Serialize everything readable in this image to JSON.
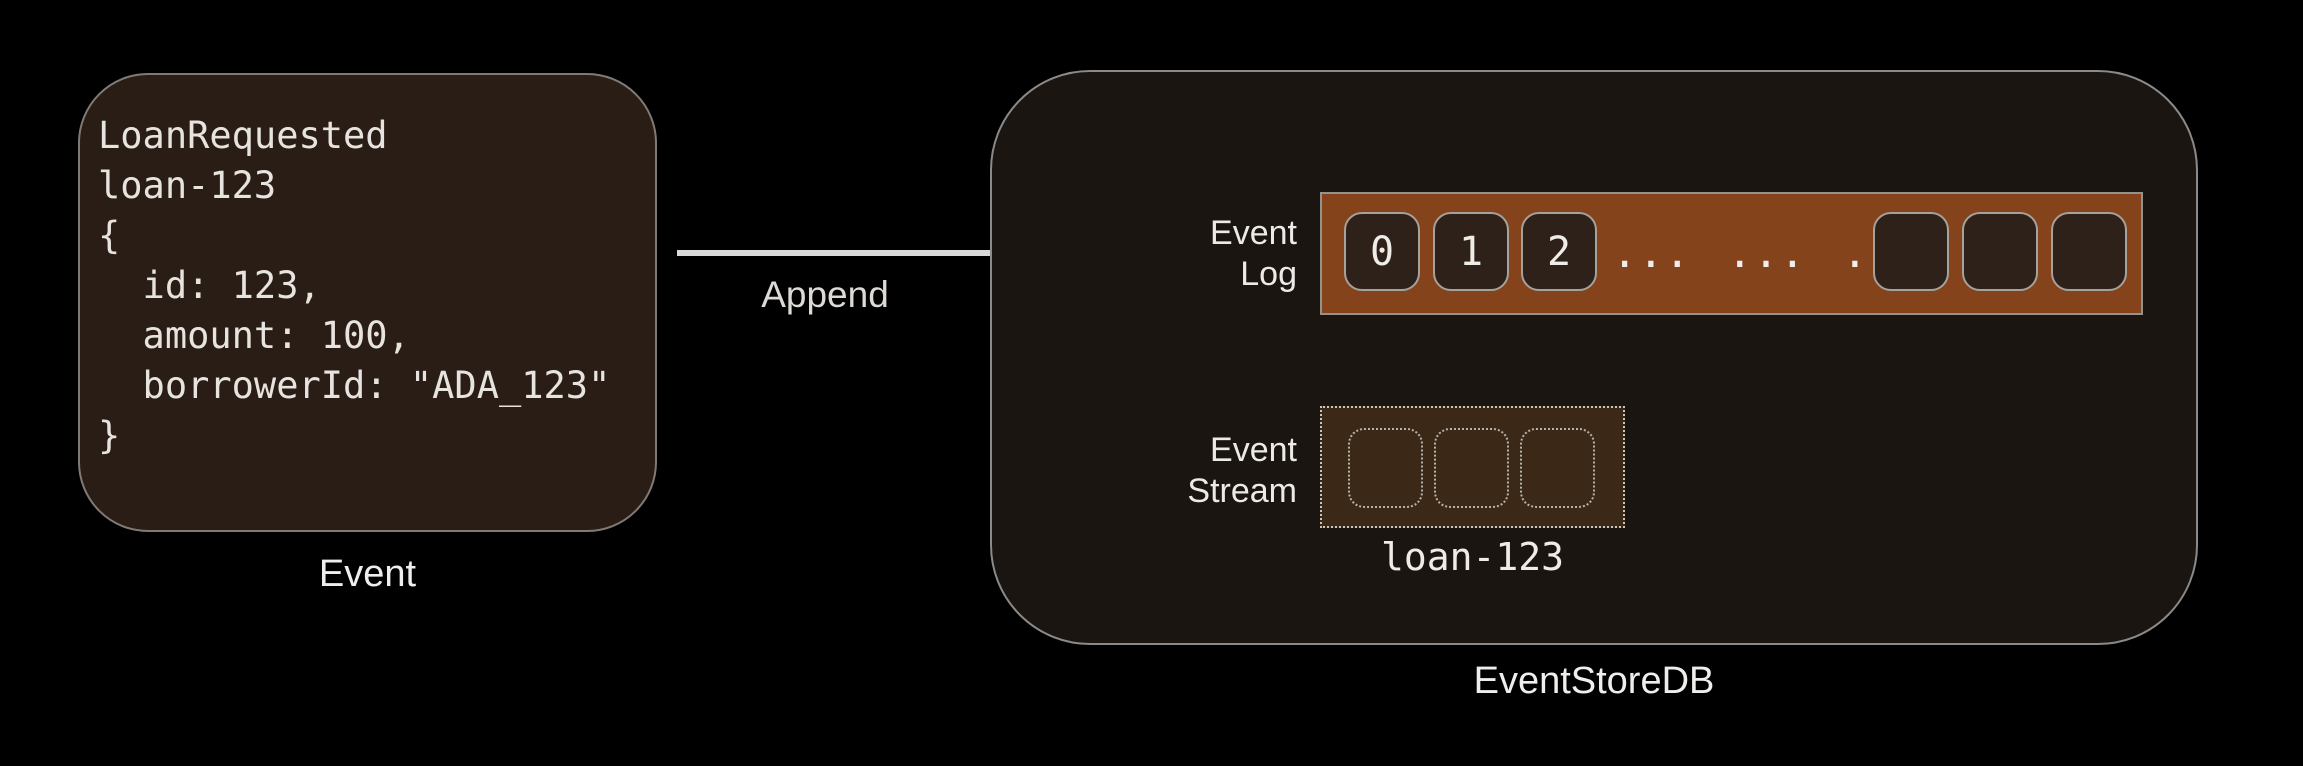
{
  "event_card": {
    "code_lines": [
      "LoanRequested",
      "loan-123",
      "{",
      "  id: 123,",
      "  amount: 100,",
      "  borrowerId: \"ADA_123\"",
      "}"
    ],
    "label": "Event"
  },
  "append": {
    "label": "Append"
  },
  "store": {
    "label": "EventStoreDB",
    "event_log": {
      "label_line1": "Event",
      "label_line2": "Log",
      "cells": [
        "0",
        "1",
        "2"
      ],
      "ellipsis": "... ... ...",
      "empty_cell_count": 3
    },
    "event_stream": {
      "label_line1": "Event",
      "label_line2": "Stream",
      "stream_name": "loan-123",
      "empty_cell_count": 3
    }
  },
  "colors": {
    "background": "#000000",
    "card_fill": "#291d15",
    "container_fill": "#1b1512",
    "log_bar_fill": "#84431a",
    "cell_fill": "#2e211a",
    "stream_fill": "#3b2817",
    "border_gray": "#8a8a8a",
    "arrow": "#d9d9d9",
    "text": "#eceae7"
  }
}
